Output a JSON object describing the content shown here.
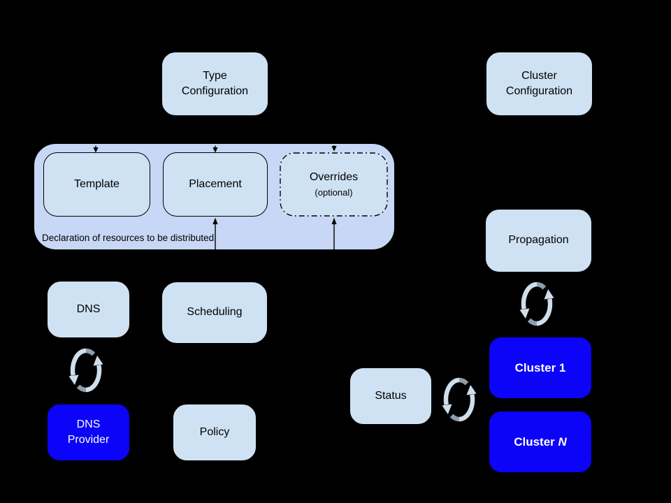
{
  "colors": {
    "background": "#000000",
    "group_fill": "#c7d7f5",
    "box_fill": "#cfe2f3",
    "highlight_fill": "#0b04f8",
    "box_text": "#000000",
    "highlight_text": "#ffffff",
    "connector": "#000000",
    "sync_arrow_light": "#cfdeeb",
    "sync_arrow_shadow": "#8d9dab"
  },
  "nodes": {
    "type_configuration": {
      "label": "Type\nConfiguration"
    },
    "cluster_configuration": {
      "label": "Cluster\nConfiguration"
    },
    "resource_group": {
      "caption": "Declaration of resources to be distributed",
      "template": {
        "label": "Template"
      },
      "placement": {
        "label": "Placement"
      },
      "overrides": {
        "label": "Overrides",
        "note": "(optional)"
      }
    },
    "dns": {
      "label": "DNS"
    },
    "scheduling": {
      "label": "Scheduling"
    },
    "dns_provider": {
      "label": "DNS\nProvider"
    },
    "policy": {
      "label": "Policy"
    },
    "status": {
      "label": "Status"
    },
    "propagation": {
      "label": "Propagation"
    },
    "cluster_1": {
      "label": "Cluster 1"
    },
    "cluster_n": {
      "label_prefix": "Cluster ",
      "label_variable": "N"
    }
  },
  "icons": {
    "sync": "sync-icon (two circular arrows, bidirectional sync)"
  }
}
